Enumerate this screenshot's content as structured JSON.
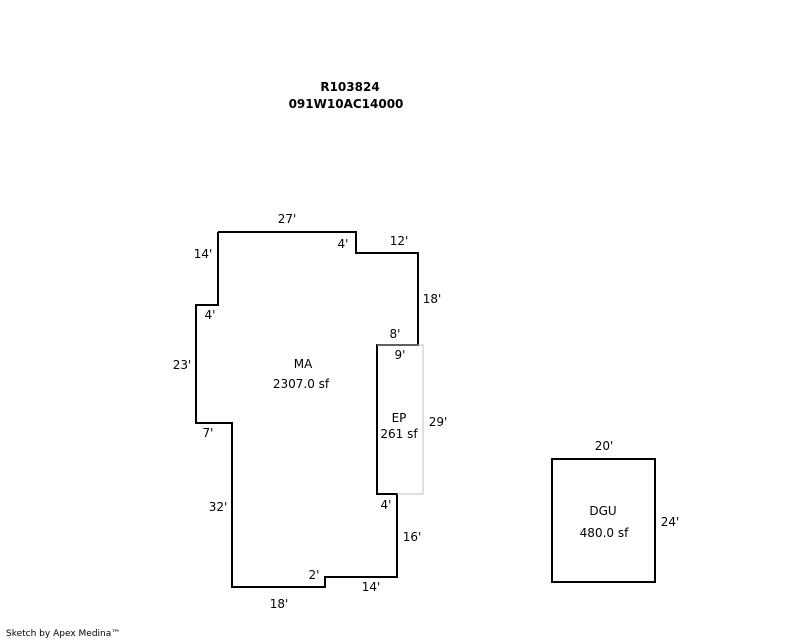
{
  "header": {
    "account": "R103824",
    "map_tax_lot": "091W10AC14000"
  },
  "areas": {
    "ma": {
      "code": "MA",
      "area": "2307.0 sf"
    },
    "ep": {
      "code": "EP",
      "area": "261 sf"
    },
    "dgu": {
      "code": "DGU",
      "area": "480.0 sf"
    }
  },
  "dimensions": {
    "ma_top": "27'",
    "ma_left_upper": "14'",
    "ma_notch_top": "4'",
    "ma_top_right": "12'",
    "ma_right_upper": "18'",
    "ma_left_jog": "4'",
    "ma_left_mid": "23'",
    "ma_step": "8'",
    "ep_top": "9'",
    "ep_right": "29'",
    "ma_left_step": "7'",
    "ep_bottom": "4'",
    "ma_left_lower": "32'",
    "ma_right_lower": "16'",
    "ma_bottom_notch": "2'",
    "ma_bottom_right": "14'",
    "ma_bottom_left": "18'",
    "dgu_top": "20'",
    "dgu_right": "24'"
  },
  "footer": {
    "credit": "Sketch by Apex Medina™"
  },
  "colors": {
    "outline": "#000000",
    "porch_outline": "#c0c0c0"
  }
}
